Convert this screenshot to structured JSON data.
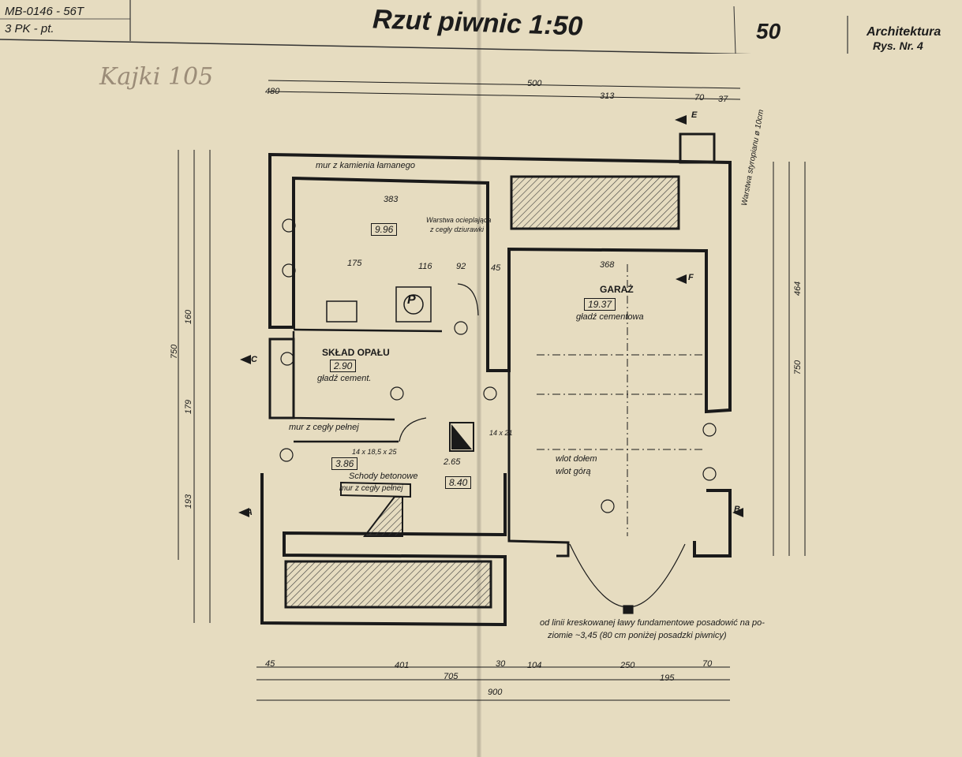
{
  "title_block": {
    "code": "MB-0146 - 56T",
    "subcode": "3 PK - pt.",
    "title": "Rzut piwnic   1:50",
    "sheet_number": "50",
    "department": "Architektura",
    "drawing_number": "Rys. Nr. 4"
  },
  "annotations": {
    "pencil_note": "Kajki 105",
    "stone_wall": "mur z kamienia łamanego",
    "insulation": "Warstwa ocieplająca",
    "insulation_2": "z cegły dziurawki",
    "brick_wall": "mur z cegły pełnej",
    "brick_wall_2": "mur z cegły pełnej",
    "stairs_steps": "14 x 18,5 x 25",
    "concrete_stairs": "Schody betonowe",
    "flue_size": "14 x 21",
    "inlet_bottom": "wlot dołem",
    "inlet_top": "wlot górą",
    "styrofoam": "Warstwa styropianu ø 10cm",
    "foundation_1": "od linii kreskowanej ławy fundamentowe posadowić na po-",
    "foundation_2": "ziomie ~3,45 (80 cm poniżej posadzki piwnicy)"
  },
  "rooms": {
    "boiler_room": {
      "area": "9.96",
      "symbol": "P"
    },
    "fuel_store": {
      "name": "SKŁAD OPAŁU",
      "area": "2.90",
      "finish": "gładź cement."
    },
    "stair_hall": {
      "area": "3.86"
    },
    "hall": {
      "area": "8.40"
    },
    "garage": {
      "name": "GARAŻ",
      "area": "19.37",
      "finish": "gładź cementowa"
    }
  },
  "dimensions": {
    "top": [
      "480",
      "500",
      "313",
      "70",
      "37"
    ],
    "room": [
      "383",
      "175",
      "116",
      "92",
      "45",
      "2.65",
      "368"
    ],
    "bottom": [
      "45",
      "401",
      "30",
      "104",
      "250",
      "70",
      "705",
      "195",
      "900"
    ],
    "left": [
      "750",
      "160",
      "179",
      "193"
    ],
    "right": [
      "464",
      "750"
    ]
  },
  "sections": {
    "e": "E",
    "f": "F",
    "b": "B",
    "a": "A",
    "c": "C"
  }
}
